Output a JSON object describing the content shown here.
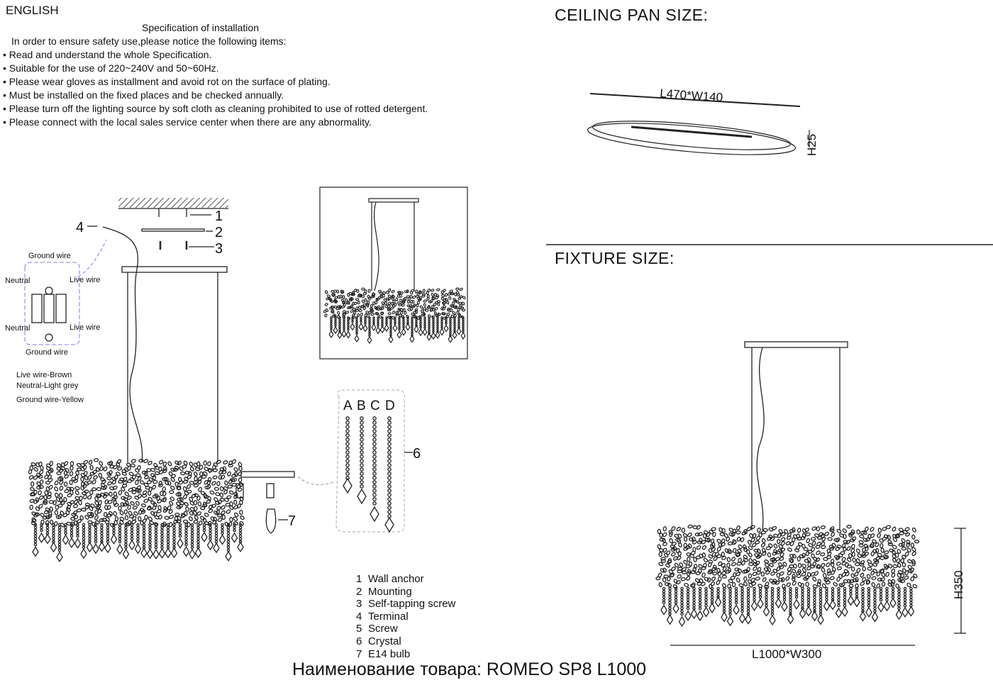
{
  "header": {
    "language": "ENGLISH",
    "spec_title": "Specification of installation",
    "intro": "In order to ensure safety use,please notice the following items:"
  },
  "rules": [
    "Read and understand the whole Specification.",
    "Suitable for the use of 220~240V and 50~60Hz.",
    "Please wear gloves as installment and avoid rot on the surface of plating.",
    "Must be installed on the fixed places and be checked annually.",
    "Please turn off the lighting source by soft cloth as cleaning prohibited to use of rotted detergent.",
    "Please connect with the local sales service center when there are any abnormality."
  ],
  "ceiling_pan": {
    "heading": "CEILING PAN SIZE:",
    "dims": "L470*W140",
    "height": "H25"
  },
  "fixture": {
    "heading": "FIXTURE SIZE:",
    "dims": "L1000*W300",
    "height": "H350"
  },
  "wiring": {
    "ground_top": "Ground wire",
    "neutral1": "Neutral",
    "live1": "Live wire",
    "neutral2": "Neutral",
    "live2": "Live wire",
    "ground_bottom": "Ground wire",
    "legend": [
      "Live wire-Brown",
      "Neutral-Light grey",
      "Ground wire-Yellow"
    ]
  },
  "callouts": {
    "c1": "1",
    "c2": "2",
    "c3": "3",
    "c4": "4",
    "c6": "6",
    "c7": "7"
  },
  "crystal_types": [
    "A",
    "B",
    "C",
    "D"
  ],
  "parts": [
    {
      "n": "1",
      "label": "Wall anchor"
    },
    {
      "n": "2",
      "label": "Mounting"
    },
    {
      "n": "3",
      "label": "Self-tapping screw"
    },
    {
      "n": "4",
      "label": "Terminal"
    },
    {
      "n": "5",
      "label": "Screw"
    },
    {
      "n": "6",
      "label": "Crystal"
    },
    {
      "n": "7",
      "label": "E14  bulb"
    }
  ],
  "product": "Наименование товара: ROMEO SP8 L1000"
}
